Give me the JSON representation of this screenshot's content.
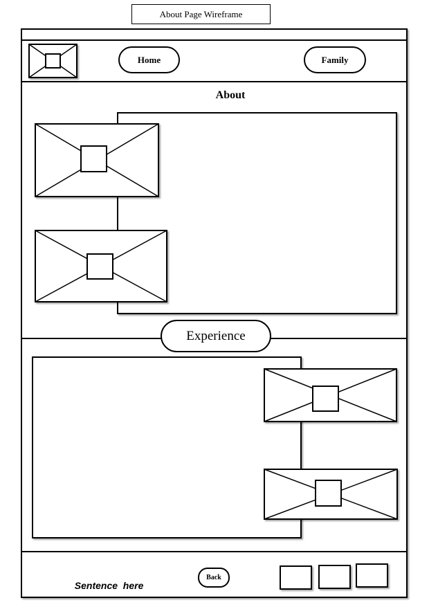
{
  "page_title": "About Page Wireframe",
  "nav": {
    "home_label": "Home",
    "family_label": "Family",
    "logo_icon": "image-placeholder-icon"
  },
  "about": {
    "heading": "About"
  },
  "experience": {
    "heading": "Experience"
  },
  "footer": {
    "sentence": "Sentence  here",
    "back_label": "Back"
  }
}
